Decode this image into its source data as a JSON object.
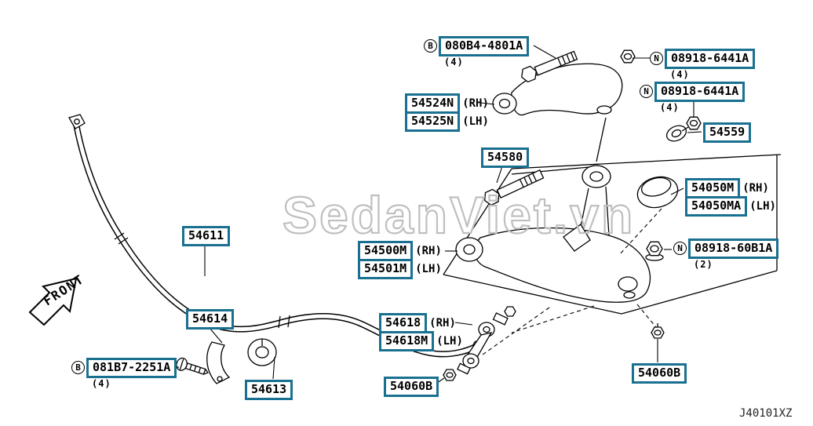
{
  "diagram": {
    "code": "J40101XZ",
    "watermark": "SedanViet.vn",
    "front_label": "FRONT",
    "colors": {
      "box_border": "#1a7090",
      "line_art": "#000000",
      "watermark_outline": "#bfbfbf"
    }
  },
  "labels": {
    "upper_bolt": {
      "prefix": "B",
      "number": "080B4-4801A",
      "qty": "(4)"
    },
    "upper_nut_outer": {
      "prefix": "N",
      "number": "08918-6441A",
      "qty": "(4)"
    },
    "upper_nut_inner": {
      "prefix": "N",
      "number": "08918-6441A",
      "qty": "(4)"
    },
    "upper_link": {
      "rh": "54524N",
      "rh_side": "(RH)",
      "lh": "54525N",
      "lh_side": "(LH)"
    },
    "adjust_washer": {
      "number": "54559"
    },
    "lower_bolt": {
      "number": "54580"
    },
    "bound_bumper": {
      "rh": "54050M",
      "rh_side": "(RH)",
      "lh": "54050MA",
      "lh_side": "(LH)"
    },
    "lower_link": {
      "rh": "54500M",
      "rh_side": "(RH)",
      "lh": "54501M",
      "lh_side": "(LH)"
    },
    "lower_nut": {
      "prefix": "N",
      "number": "08918-60B1A",
      "qty": "(2)"
    },
    "stabilizer_bar": {
      "number": "54611"
    },
    "clamp": {
      "number": "54614"
    },
    "connecting_rod": {
      "rh": "54618",
      "rh_side": "(RH)",
      "lh": "54618M",
      "lh_side": "(LH)"
    },
    "clamp_screw": {
      "prefix": "B",
      "number": "081B7-2251A",
      "qty": "(4)"
    },
    "bushing": {
      "number": "54613"
    },
    "rod_nut_lower": {
      "number": "54060B"
    },
    "rod_nut_upper": {
      "number": "54060B"
    }
  }
}
